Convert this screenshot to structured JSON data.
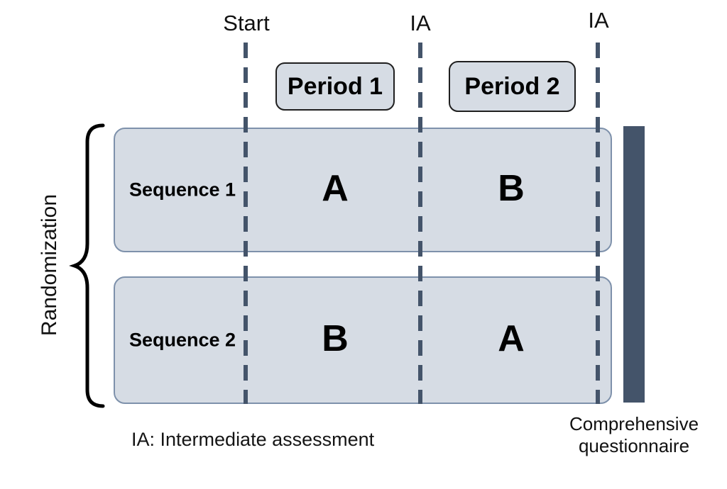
{
  "timeline": {
    "start_label": "Start",
    "ia_label_1": "IA",
    "ia_label_2": "IA"
  },
  "periods": [
    {
      "label": "Period 1"
    },
    {
      "label": "Period 2"
    }
  ],
  "sequences": [
    {
      "label": "Sequence 1",
      "period1": "A",
      "period2": "B"
    },
    {
      "label": "Sequence 2",
      "period1": "B",
      "period2": "A"
    }
  ],
  "randomization_label": "Randomization",
  "footnote": "IA: Intermediate assessment",
  "questionnaire_label": "Comprehensive questionnaire",
  "colors": {
    "box_fill": "#d6dce4",
    "box_border": "#7e91ab",
    "accent_dark": "#44546a",
    "period_border": "#1f1f1f",
    "text": "#000000"
  }
}
